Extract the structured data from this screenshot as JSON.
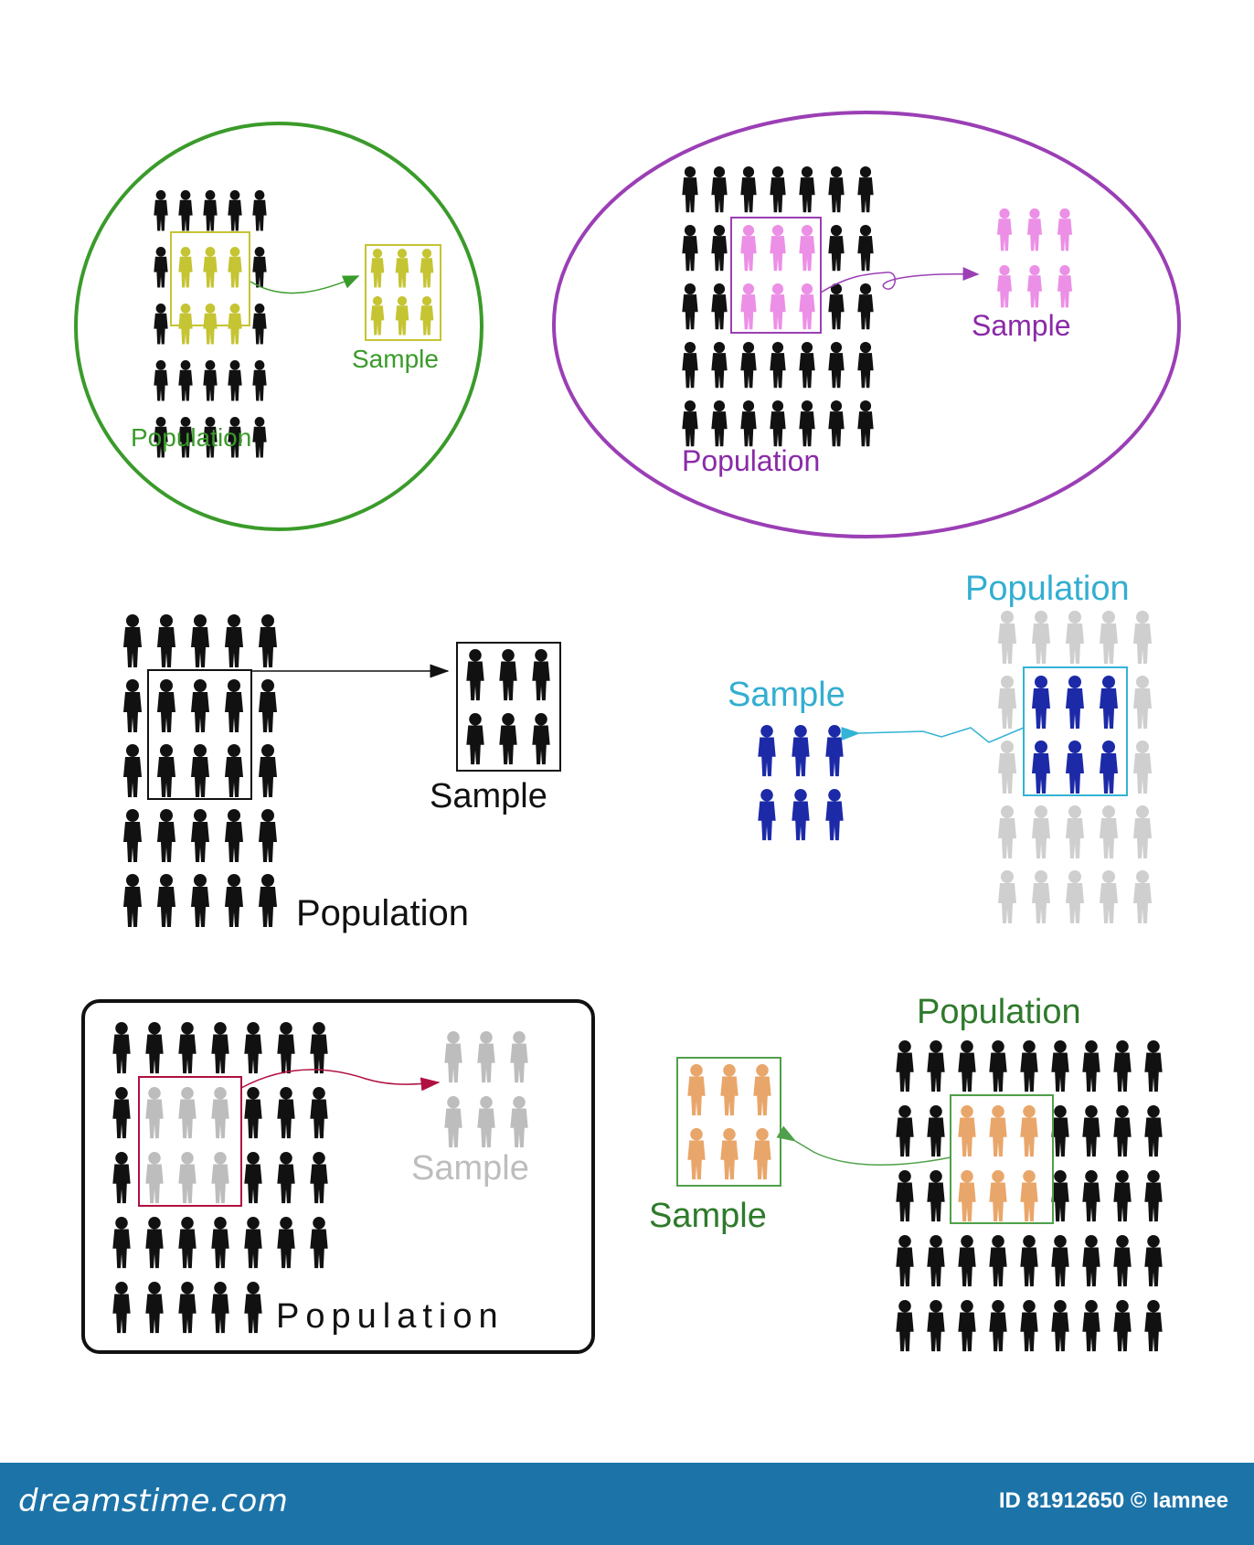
{
  "panels": [
    {
      "id": "green-circle",
      "population_label": "Population",
      "sample_label": "Sample",
      "frame_color": "#3a9b2a",
      "label_color": "#3a9b2a",
      "sample_color": "#c5c433",
      "population_color": "#111111"
    },
    {
      "id": "purple-ellipse",
      "population_label": "Population",
      "sample_label": "Sample",
      "frame_color": "#9b3fb5",
      "label_color": "#8a2aa8",
      "sample_color": "#ec8fe6",
      "population_color": "#111111"
    },
    {
      "id": "black-plain",
      "population_label": "Population",
      "sample_label": "Sample",
      "frame_color": "#111111",
      "label_color": "#111111",
      "sample_color": "#111111",
      "population_color": "#111111"
    },
    {
      "id": "blue-light",
      "population_label": "Population",
      "sample_label": "Sample",
      "frame_color": "#33b3d6",
      "label_color": "#33aed1",
      "sample_color": "#1c2aa8",
      "population_color": "#cfcfcf"
    },
    {
      "id": "rounded-box",
      "population_label": "Population",
      "sample_label": "Sample",
      "frame_color": "#111111",
      "label_color": "#111111",
      "sample_label_color": "#bdbdbd",
      "sample_color": "#bdbdbd",
      "selection_color": "#b01040",
      "population_color": "#111111"
    },
    {
      "id": "orange-green",
      "population_label": "Population",
      "sample_label": "Sample",
      "frame_color": "#4fa04a",
      "label_color": "#2f7a2c",
      "sample_color": "#e9a66a",
      "population_color": "#111111"
    }
  ],
  "footer": {
    "brand": "dreamstime.com",
    "credit": "ID 81912650 © Iamnee",
    "background": "#1c73a8"
  }
}
